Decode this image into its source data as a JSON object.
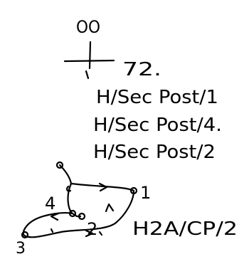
{
  "header": {
    "top_mark": "OO",
    "number_label": "72."
  },
  "references": [
    "H/Sec Post/1",
    "H/Sec Post/4.",
    "H/Sec Post/2"
  ],
  "circuit": {
    "node_labels": [
      "1",
      "4",
      "2",
      "3"
    ],
    "caption": "H2A/CP/2"
  }
}
